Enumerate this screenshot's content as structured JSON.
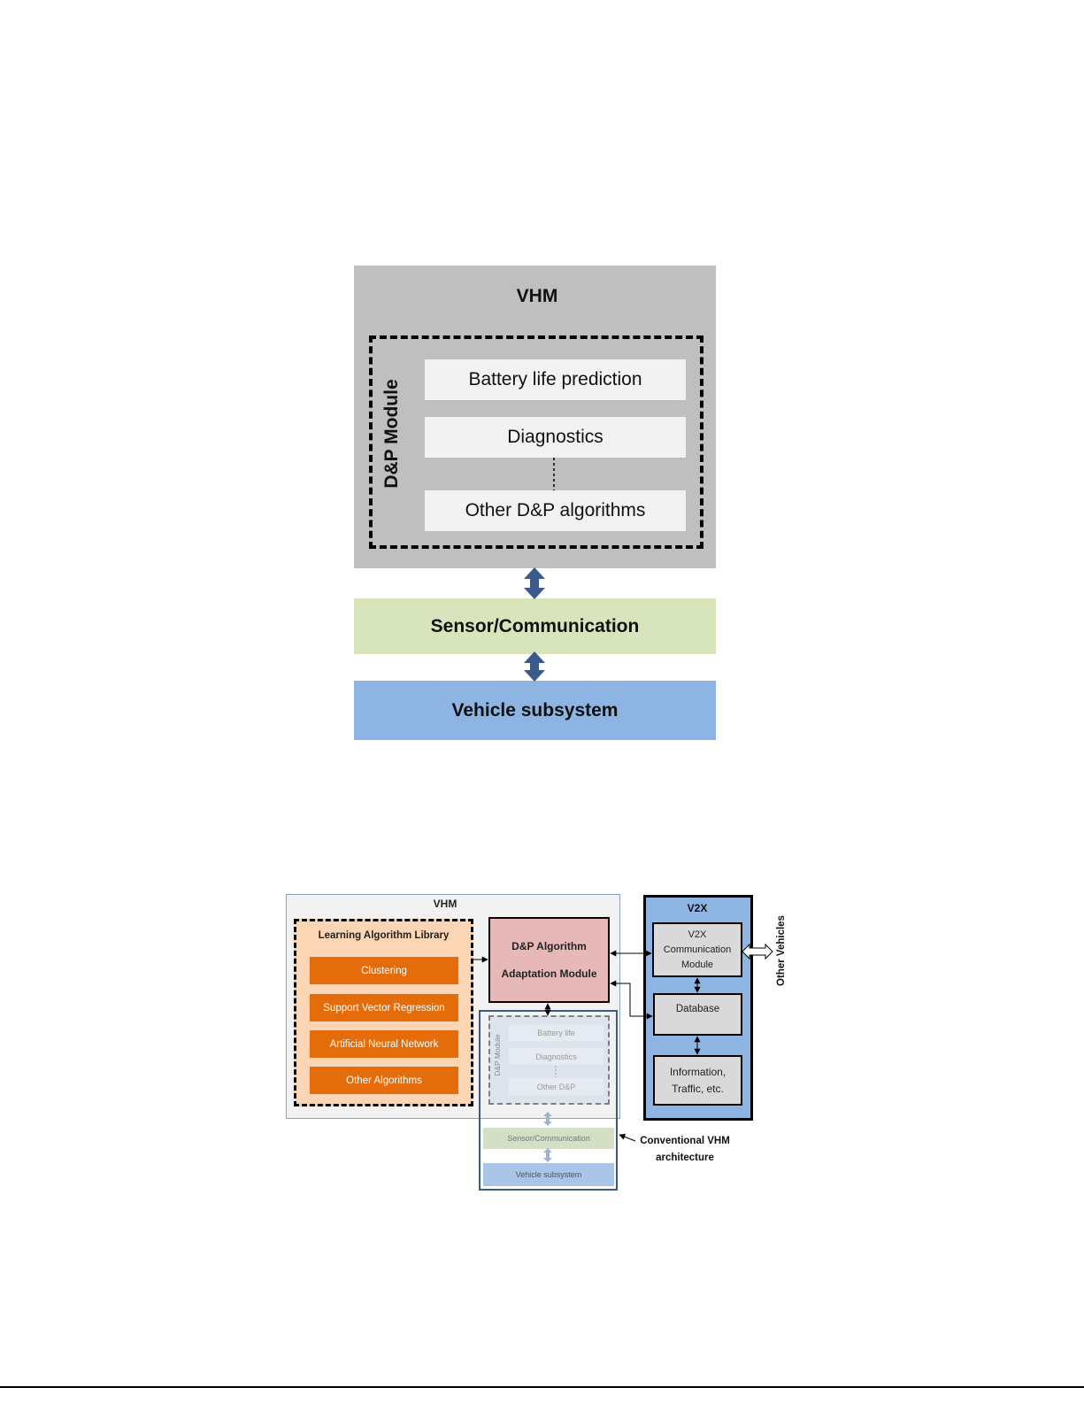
{
  "diagram1": {
    "vhm_title": "VHM",
    "dp_module_label": "D&P Module",
    "items": [
      "Battery life prediction",
      "Diagnostics",
      "Other D&P algorithms"
    ],
    "sensor_label": "Sensor/Communication",
    "vehicle_label": "Vehicle subsystem",
    "colors": {
      "vhm_bg": "#bfbfbf",
      "sensor_bg": "#d8e4bc",
      "vehicle_bg": "#8eb4e3",
      "arrow": "#3a5a8c"
    }
  },
  "diagram2": {
    "vhm_title": "VHM",
    "library_title": "Learning Algorithm Library",
    "algorithms": [
      "Clustering",
      "Support Vector Regression",
      "Artificial Neural Network",
      "Other Algorithms"
    ],
    "adaptation_lines": [
      "D&P Algorithm",
      "Adaptation Module"
    ],
    "conventional": {
      "dp_module_label": "D&P Module",
      "items": [
        "Battery life",
        "Diagnostics",
        "Other D&P"
      ],
      "sensor_label": "Sensor/Communication",
      "vehicle_label": "Vehicle subsystem",
      "label_lines": [
        "Conventional VHM",
        "architecture"
      ]
    },
    "v2x": {
      "title": "V2X",
      "comm_lines": [
        "V2X",
        "Communication",
        "Module"
      ],
      "database": "Database",
      "info_lines": [
        "Information,",
        "Traffic, etc."
      ],
      "other_vehicles": "Other Vehicles"
    },
    "colors": {
      "library_bg": "#fcd5b4",
      "algorithm_bg": "#e46c0a",
      "adaptation_bg": "#e6b9b8",
      "v2x_bg": "#8eb4e3",
      "box_bg": "#d9d9d9"
    }
  }
}
